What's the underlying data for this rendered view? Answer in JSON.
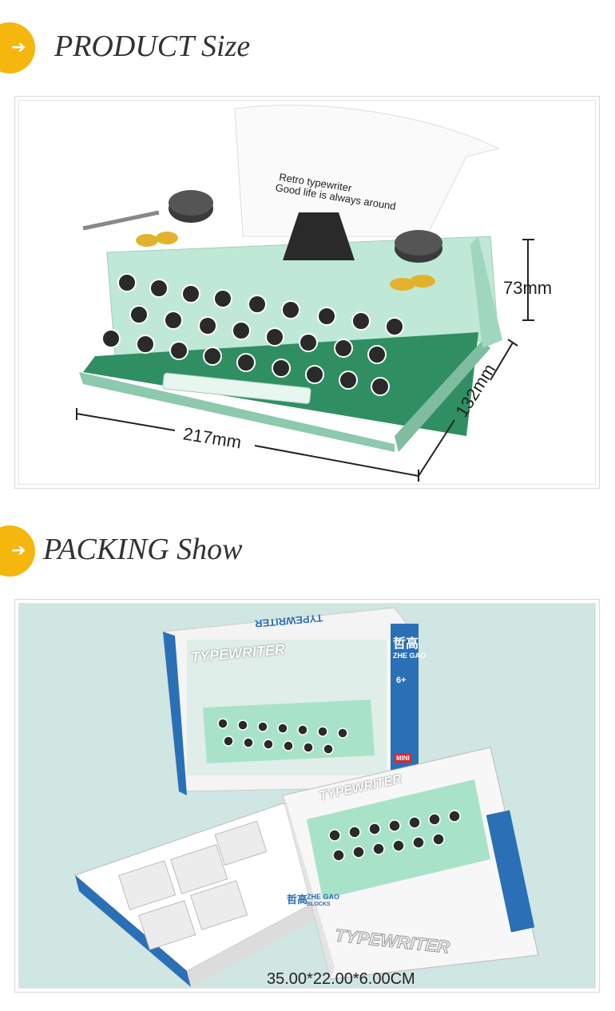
{
  "sections": {
    "product": {
      "title": "PRODUCT Size"
    },
    "packing": {
      "title": "PACKING Show"
    }
  },
  "product": {
    "paper_line1": "Retro typewriter",
    "paper_line2": "Good life is always around",
    "width": "217mm",
    "depth": "132mm",
    "height": "73mm"
  },
  "packing": {
    "box_title": "TYPEWRITER",
    "box_spine": "TYPEWRITER",
    "brand_cn": "哲高",
    "brand_en": "ZHE GAO",
    "blocks": "BLOCKS",
    "age": "6+",
    "mini": "MINI",
    "size_caption": "35.00*22.00*6.00CM"
  },
  "colors": {
    "accent": "#f5b60d",
    "mint": "#a8e3c9",
    "teal_bg": "#cfe6e2",
    "box_blue": "#2b6fb6"
  }
}
